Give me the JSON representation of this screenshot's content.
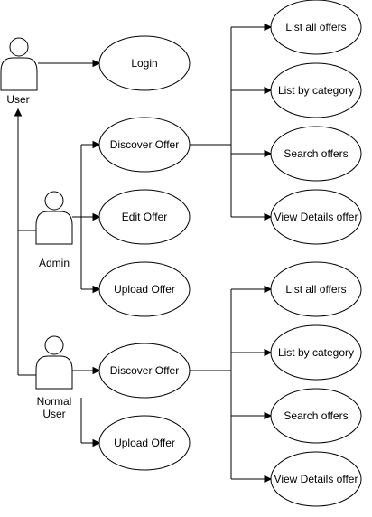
{
  "actors": {
    "user": "User",
    "admin": "Admin",
    "normal_user": [
      "Normal",
      "User"
    ]
  },
  "use_cases": {
    "login": "Login",
    "admin_discover": "Discover Offer",
    "admin_edit": "Edit Offer",
    "admin_upload": "Upload Offer",
    "admin_list_all": "List all offers",
    "admin_list_cat": "List by category",
    "admin_search": "Search offers",
    "admin_view": "View Details offer",
    "normal_discover": "Discover Offer",
    "normal_upload": "Upload Offer",
    "normal_list_all": "List all offers",
    "normal_list_cat": "List by category",
    "normal_search": "Search offers",
    "normal_view": "View Details offer"
  }
}
